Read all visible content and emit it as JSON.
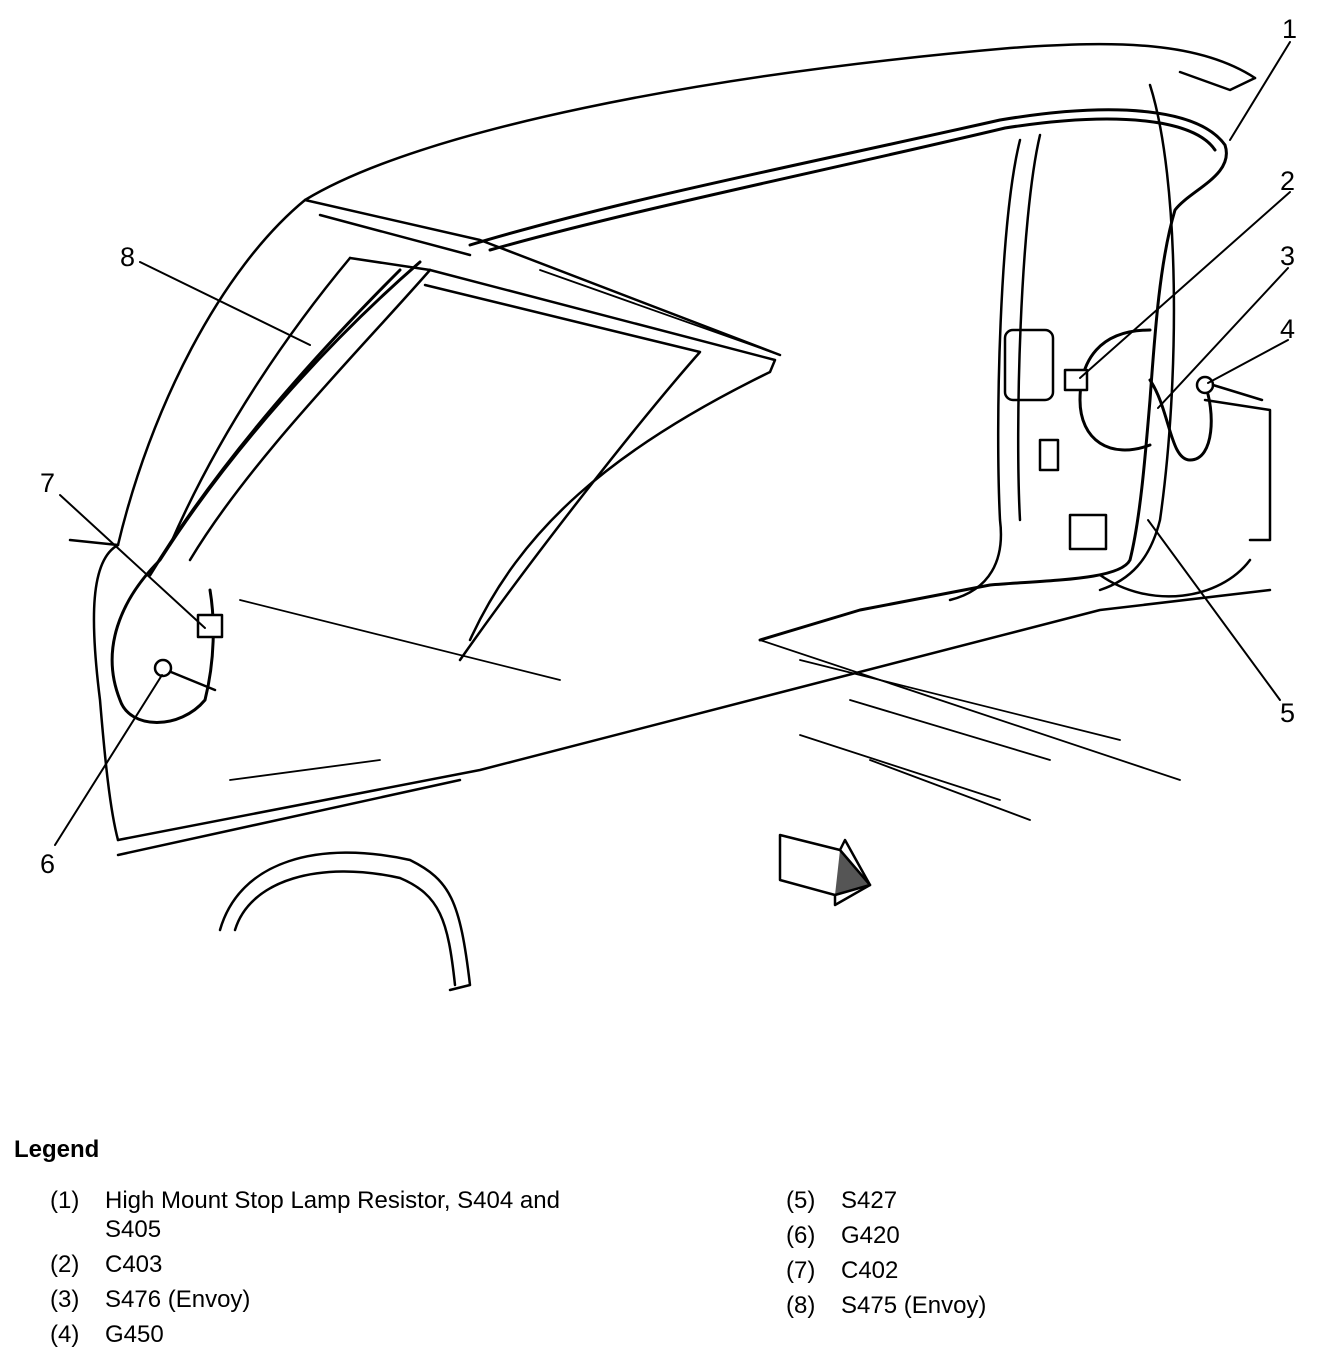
{
  "callouts": [
    "1",
    "2",
    "3",
    "4",
    "5",
    "6",
    "7",
    "8"
  ],
  "legend": {
    "title": "Legend",
    "left": [
      {
        "num": "(1)",
        "text": "High Mount Stop Lamp Resistor, S404 and S405"
      },
      {
        "num": "(2)",
        "text": "C403"
      },
      {
        "num": "(3)",
        "text": "S476 (Envoy)"
      },
      {
        "num": "(4)",
        "text": "G450"
      }
    ],
    "right": [
      {
        "num": "(5)",
        "text": "S427"
      },
      {
        "num": "(6)",
        "text": "G420"
      },
      {
        "num": "(7)",
        "text": "C402"
      },
      {
        "num": "(8)",
        "text": "S475 (Envoy)"
      }
    ]
  }
}
